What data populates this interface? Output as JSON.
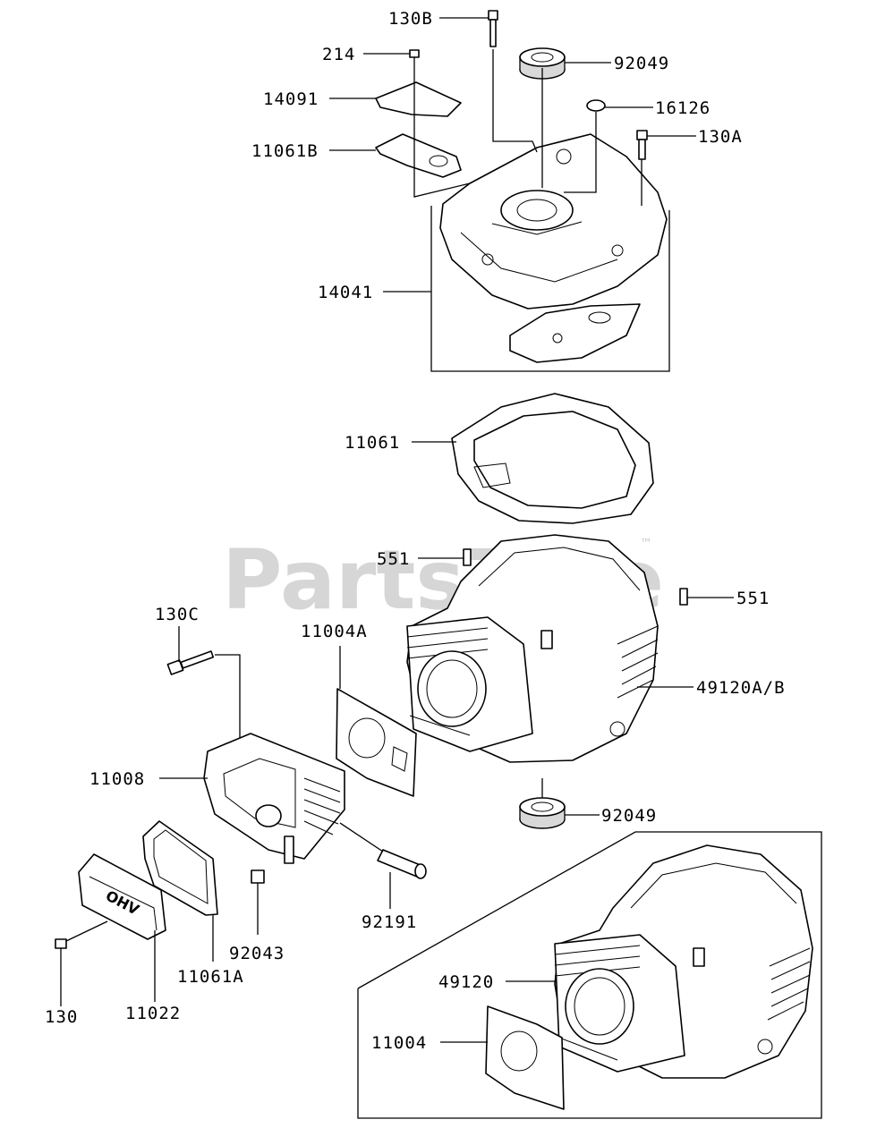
{
  "watermark": {
    "text": "PartsTree",
    "tm": "™"
  },
  "labels": {
    "l130B": "130B",
    "l214": "214",
    "l92049a": "92049",
    "l14091": "14091",
    "l16126": "16126",
    "l11061B": "11061B",
    "l130A": "130A",
    "l14041": "14041",
    "l11061": "11061",
    "l551a": "551",
    "l551b": "551",
    "l130C": "130C",
    "l11004A": "11004A",
    "l49120AB": "49120A/B",
    "l11008": "11008",
    "l92049b": "92049",
    "l92191": "92191",
    "l92043": "92043",
    "l11061A": "11061A",
    "l130": "130",
    "l11022": "11022",
    "l49120": "49120",
    "l11004": "11004"
  },
  "cover_text": "OHV"
}
